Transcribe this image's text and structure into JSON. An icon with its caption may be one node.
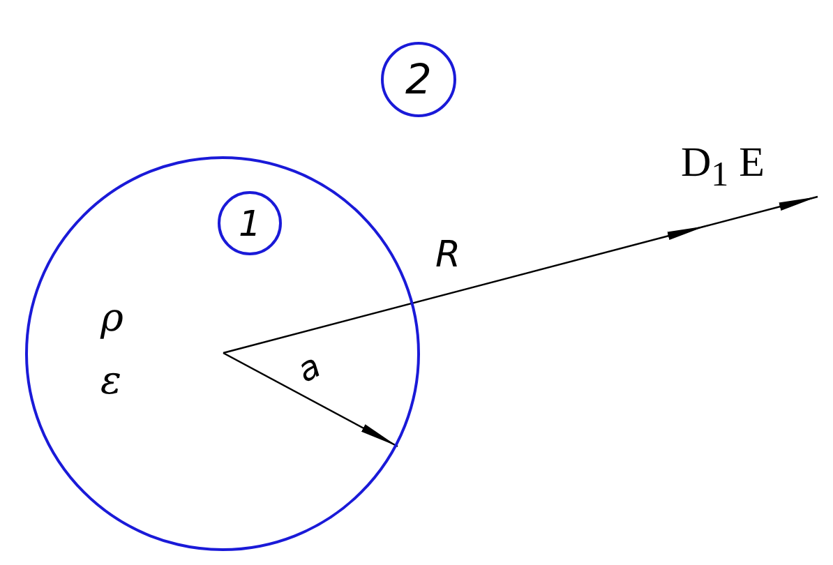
{
  "diagram": {
    "nodes": [
      {
        "text": [
          "ρ",
          "ε"
        ]
      },
      {
        "text": [
          "1"
        ],
        "in": 0
      },
      {
        "text": [
          "2"
        ]
      }
    ],
    "labels": [
      "R",
      "a",
      "D$_{1}$ E"
    ]
  }
}
